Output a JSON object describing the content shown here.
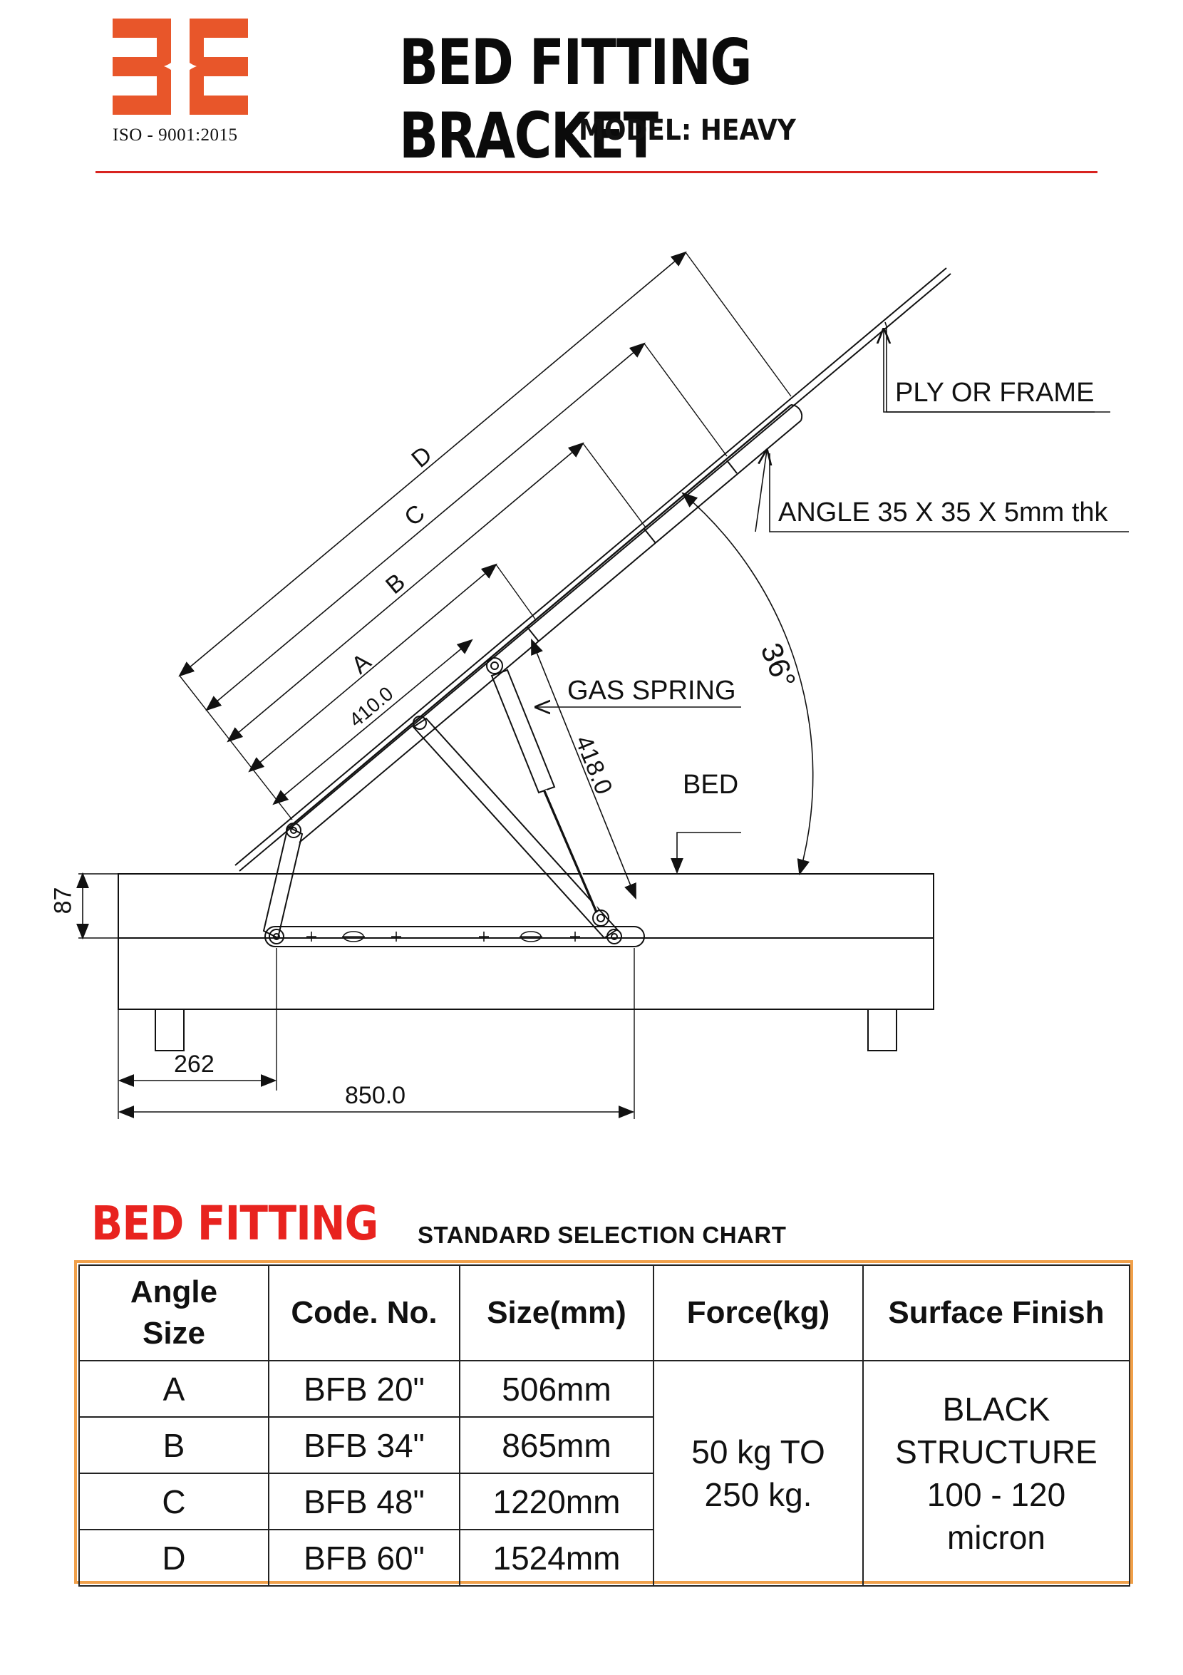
{
  "header": {
    "iso_text": "ISO - 9001:2015",
    "title": "BED FITTING BRACKET",
    "model": "MODEL: HEAVY",
    "colors": {
      "logo": "#e8562a",
      "rule": "#d8231f"
    }
  },
  "drawing": {
    "labels": {
      "ply_or_frame": "PLY OR FRAME",
      "angle": "ANGLE  35 X 35 X 5mm thk",
      "gas_spring": "GAS SPRING",
      "bed": "BED",
      "angle_degrees": "36°"
    },
    "dimensions": {
      "d": "D",
      "c": "C",
      "b": "B",
      "a": "A",
      "arm": "410.0",
      "spring": "418.0",
      "height": "87",
      "offset": "262",
      "width": "850.0"
    }
  },
  "chart": {
    "title": "BED FITTING",
    "subtitle": "STANDARD SELECTION CHART",
    "accent_color": "#e8231f",
    "border_color": "#f0a04a",
    "headers": {
      "angle_line1": "Angle",
      "angle_line2": "Size",
      "code": "Code. No.",
      "size": "Size(mm)",
      "force": "Force(kg)",
      "finish": "Surface Finish"
    },
    "rows": [
      {
        "angle": "A",
        "code": "BFB  20\"",
        "size": "506mm"
      },
      {
        "angle": "B",
        "code": "BFB  34\"",
        "size": "865mm"
      },
      {
        "angle": "C",
        "code": "BFB  48\"",
        "size": "1220mm"
      },
      {
        "angle": "D",
        "code": "BFB  60\"",
        "size": "1524mm"
      }
    ],
    "force": {
      "line1": "50 kg TO",
      "line2": "250 kg."
    },
    "finish": {
      "line1": "BLACK",
      "line2": "STRUCTURE",
      "line3": "100 - 120",
      "line4": "micron"
    }
  }
}
